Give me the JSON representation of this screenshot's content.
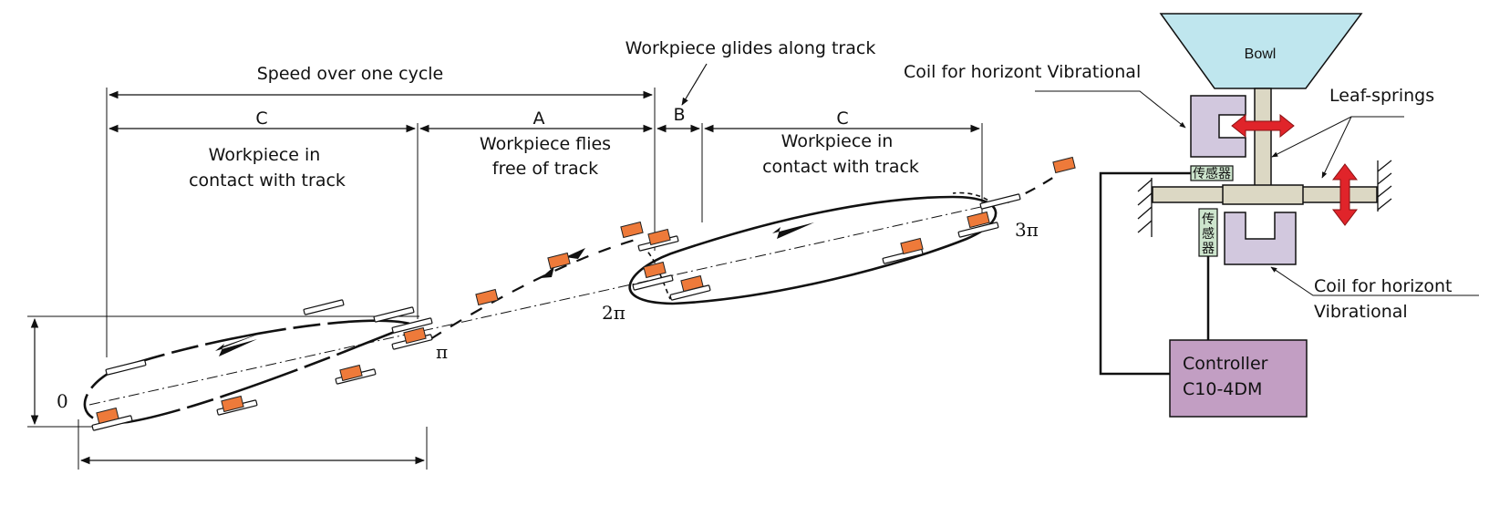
{
  "dimensions": {
    "speed_cycle": "Speed over one cycle",
    "c_left": "C",
    "a": "A",
    "b": "B",
    "c_right": "C"
  },
  "phases": {
    "contact_left": [
      "Workpiece in",
      "contact with track"
    ],
    "flies_free": [
      "Workpiece flies",
      "free of track"
    ],
    "contact_right": [
      "Workpiece in",
      "contact with track"
    ],
    "glides": "Workpiece glides along track"
  },
  "angles": {
    "zero": "0",
    "pi": "π",
    "two_pi": "2π",
    "three_pi": "3π"
  },
  "feeder": {
    "bowl": "Bowl",
    "coil_top": "Coil for horizont Vibrational",
    "leaf_springs": "Leaf-springs",
    "sensor_small": "传感器",
    "sensor_vertical": [
      "传",
      "感",
      "器"
    ],
    "coil_bottom": [
      "Coil for horizont",
      "Vibrational"
    ],
    "controller": [
      "Controller",
      "C10-4DM"
    ]
  },
  "colors": {
    "workpiece": "#ee7a3a",
    "bowl": "#bfe6ee",
    "coil": "#d2c8de",
    "controller": "#c29ec3",
    "frame": "#dcd8c4",
    "sensor": "#cde5cd",
    "arrow_red": "#e0242a"
  }
}
